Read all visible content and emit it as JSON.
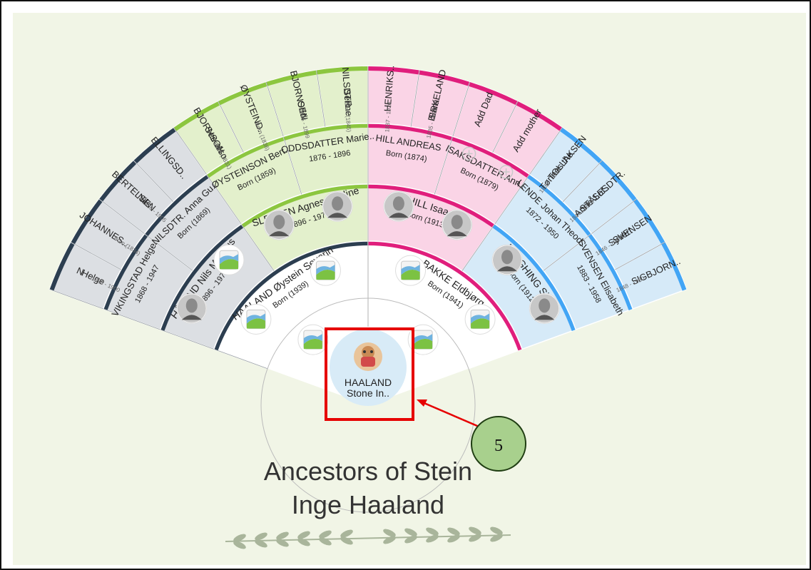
{
  "title": {
    "line1": "Ancestors of Stein",
    "line2": "Inge Haaland"
  },
  "root": {
    "surname": "HAALAND",
    "given": "Stone In.."
  },
  "callout": {
    "number": "5"
  },
  "colors": {
    "paternal_green": "#8cc63f",
    "paternal_fill": "#e3f0cc",
    "maternal_pink": "#e01e7c",
    "maternal_fill": "#fad4e6",
    "paternal_dark": "#2c3e50",
    "paternal_gray_fill": "#dcdfe3",
    "maternal_blue": "#42a5f5",
    "maternal_blue_fill": "#d6eaf8",
    "highlight_red": "#e60000",
    "callout_green": "#a8d08d"
  },
  "gen1": [
    {
      "name": "HAALAND Øystein Severin",
      "date": "Born (1939)"
    },
    {
      "name": "BAKKE Eldbjørg",
      "date": "Born (1941)"
    }
  ],
  "gen2": [
    {
      "name": "HÅLAND Nils Magnus",
      "date": "1896 - 1977"
    },
    {
      "name": "SLETTEN Agnes Pauline",
      "date": "1896 - 1970"
    },
    {
      "name": "HILL Isaac",
      "date": "Born (1913)"
    },
    {
      "name": "LAUGHING Sigrun",
      "date": "Born (1912)"
    }
  ],
  "gen3": [
    {
      "name": "VIKINGSTAD Helge..",
      "date": "1868 - 1947"
    },
    {
      "name": "NILSDTR. Anna Gu..",
      "date": "Born (1869)"
    },
    {
      "name": "ØYSTEINSON Bert..",
      "date": "Born (1859)"
    },
    {
      "name": "ODDSDATTER Marie..",
      "date": "1876 - 1896"
    },
    {
      "name": "HILL ANDREAS",
      "date": "Born (1874)"
    },
    {
      "name": "ISAKSDATTER Ann..",
      "date": "Born (1879)"
    },
    {
      "name": "LENDE Johan Theod..",
      "date": "1872 - 1950"
    },
    {
      "name": "SVENSEN Elisabeth",
      "date": "1883 - 1958"
    }
  ],
  "gen4": [
    {
      "l1": "N",
      "l2": "Helge",
      "date": "1826 - 1900"
    },
    {
      "l1": "JOHANNES..",
      "l2": "",
      "date": "Born (1834)"
    },
    {
      "l1": "BERTELSEN",
      "l2": "Nils",
      "date": "1836 - 1905"
    },
    {
      "l1": "ELLINGSD..",
      "l2": "",
      "date": ""
    },
    {
      "l1": "BJORNSON",
      "l2": "See also",
      "date": "Born (1831)"
    },
    {
      "l1": "ØYSTEIND..",
      "l2": "",
      "date": "Born (1836)"
    },
    {
      "l1": "BJORNSEN",
      "l2": "Odd",
      "date": "1835 - 1899"
    },
    {
      "l1": "NILSDTR.",
      "l2": "Serine",
      "date": "Born (1845)"
    },
    {
      "l1": "HENRIKS..",
      "l2": "",
      "date": "1837 - 1920"
    },
    {
      "l1": "BIRKELAND",
      "l2": "Sara",
      "date": "1835 - 1862"
    },
    {
      "l1": "Add Dad",
      "l2": "",
      "date": ""
    },
    {
      "l1": "Add mother",
      "l2": "",
      "date": ""
    },
    {
      "l1": "TOLLAKSEN",
      "l2": "Tønnes the..",
      "date": "1839 - 1911"
    },
    {
      "l1": "STÅLESDTR.",
      "l2": "Anne Sof..",
      "date": "1844 - 1878"
    },
    {
      "l1": "SVENSEN",
      "l2": "Syvert",
      "date": "1846 - 1937"
    },
    {
      "l1": "SIGBJORN..",
      "l2": "",
      "date": "1848 - 1950"
    }
  ]
}
